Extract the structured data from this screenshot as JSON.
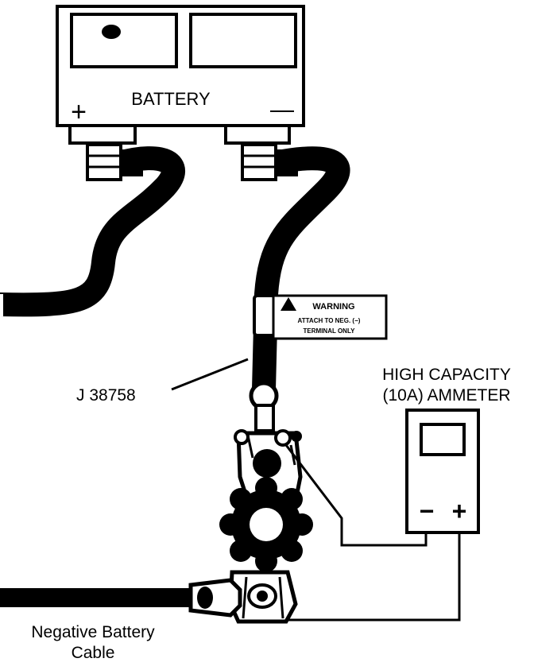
{
  "battery": {
    "label": "BATTERY",
    "positive_symbol": "+"
  },
  "warning_tag": {
    "title": "WARNING",
    "line1": "ATTACH TO NEG. (−)",
    "line2": "TERMINAL ONLY"
  },
  "tool_label": "J 38758",
  "ammeter": {
    "label_line1": "HIGH CAPACITY",
    "label_line2": "(10A) AMMETER",
    "minus_symbol": "−",
    "plus_symbol": "+"
  },
  "negative_cable": {
    "label_line1": "Negative Battery",
    "label_line2": "Cable"
  },
  "colors": {
    "ink": "#000000",
    "paper": "#ffffff"
  }
}
